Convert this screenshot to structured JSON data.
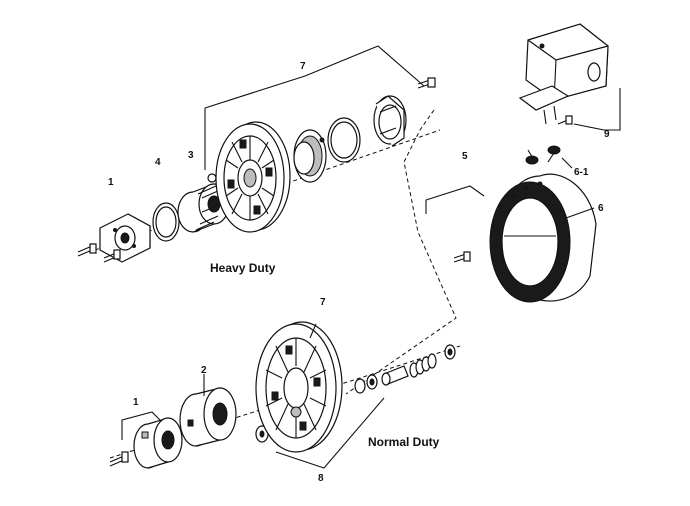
{
  "captions": {
    "heavy_duty": "Heavy Duty",
    "normal_duty": "Normal Duty"
  },
  "callouts": {
    "c1_heavy": "1",
    "c4": "4",
    "c3": "3",
    "c7_heavy": "7",
    "c5": "5",
    "c6": "6",
    "c6_1": "6-1",
    "c9": "9",
    "c7_normal": "7",
    "c2": "2",
    "c1_normal": "1",
    "c8": "8"
  }
}
